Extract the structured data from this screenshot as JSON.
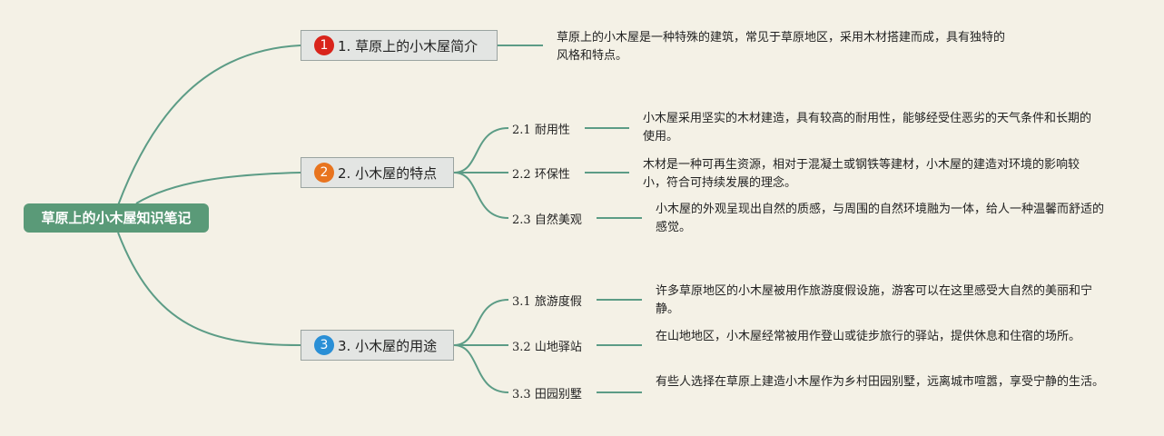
{
  "root": {
    "title": "草原上的小木屋知识笔记"
  },
  "branches": [
    {
      "badge": "1",
      "label": "1. 草原上的小木屋简介",
      "color": "#d9241b",
      "description": "草原上的小木屋是一种特殊的建筑，常见于草原地区，采用木材搭建而成，具有独特的风格和特点。"
    },
    {
      "badge": "2",
      "label": "2. 小木屋的特点",
      "color": "#e8741f",
      "children": [
        {
          "num": "2.1",
          "label": "耐用性",
          "description": "小木屋采用坚实的木材建造，具有较高的耐用性，能够经受住恶劣的天气条件和长期的使用。"
        },
        {
          "num": "2.2",
          "label": "环保性",
          "description": "木材是一种可再生资源，相对于混凝土或钢铁等建材，小木屋的建造对环境的影响较小，符合可持续发展的理念。"
        },
        {
          "num": "2.3",
          "label": "自然美观",
          "description": "小木屋的外观呈现出自然的质感，与周围的自然环境融为一体，给人一种温馨而舒适的感觉。"
        }
      ]
    },
    {
      "badge": "3",
      "label": "3. 小木屋的用途",
      "color": "#2a8fd6",
      "children": [
        {
          "num": "3.1",
          "label": "旅游度假",
          "description": "许多草原地区的小木屋被用作旅游度假设施，游客可以在这里感受大自然的美丽和宁静。"
        },
        {
          "num": "3.2",
          "label": "山地驿站",
          "description": "在山地地区，小木屋经常被用作登山或徒步旅行的驿站，提供休息和住宿的场所。"
        },
        {
          "num": "3.3",
          "label": "田园别墅",
          "description": "有些人选择在草原上建造小木屋作为乡村田园别墅，远离城市喧嚣，享受宁静的生活。"
        }
      ]
    }
  ]
}
